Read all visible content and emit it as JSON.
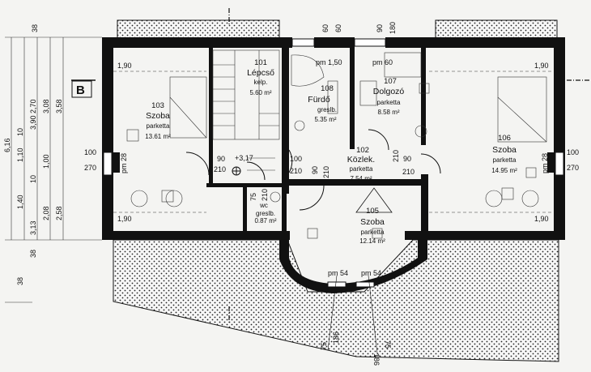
{
  "section_marker": "B",
  "rooms": {
    "r101": {
      "no": "101",
      "name": "Lépcső",
      "floor": "kelp.",
      "area": "5.60 m²"
    },
    "r103": {
      "no": "103",
      "name": "Szoba",
      "floor": "parketta",
      "area": "13.61 m²"
    },
    "r108": {
      "no": "108",
      "name": "Fürdő",
      "floor": "greslb.",
      "area": "5.35 m²"
    },
    "r107": {
      "no": "107",
      "name": "Dolgozó",
      "floor": "parketta",
      "area": "8.58 m²"
    },
    "r106": {
      "no": "106",
      "name": "Szoba",
      "floor": "parketta",
      "area": "14.95 m²"
    },
    "r102": {
      "no": "102",
      "name": "Közlek.",
      "floor": "parketta",
      "area": "7.54 m²"
    },
    "r105": {
      "no": "105",
      "name": "Szoba",
      "floor": "parketta",
      "area": "12.14 m²"
    },
    "rwc": {
      "name": "wc",
      "floor": "greslb.",
      "area": "0.87 m²"
    }
  },
  "labels": {
    "ceil_190_a": "1,90",
    "ceil_190_b": "1,90",
    "ceil_190_c": "1,90",
    "ceil_190_d": "1,90",
    "pm150": "pm 1,50",
    "pm60": "pm 60",
    "pm28_a": "pm 28",
    "pm28_b": "pm 28",
    "pm54_a": "pm 54",
    "pm54_b": "pm 54",
    "level": "+3,17",
    "d60a": "60",
    "d60b": "60",
    "d90a": "90",
    "d180": "180",
    "l100": "100",
    "l270": "270",
    "r100": "100",
    "r270": "270",
    "s90": "90",
    "s210": "210",
    "c100": "100",
    "c210": "210",
    "c90": "90",
    "c210b": "210",
    "e210": "210",
    "e90": "90",
    "e210b": "210",
    "w75": "75",
    "w210": "210",
    "b75a": "75",
    "b186a": "186",
    "b186b": "186",
    "b75b": "75"
  },
  "dims_left": [
    "38",
    "2,70",
    "3,90",
    "3,08",
    "3,58",
    "6,16",
    "10",
    "1,10",
    "1,00",
    "10",
    "1,40",
    "2,08",
    "2,58",
    "3,13",
    "38",
    "38"
  ]
}
